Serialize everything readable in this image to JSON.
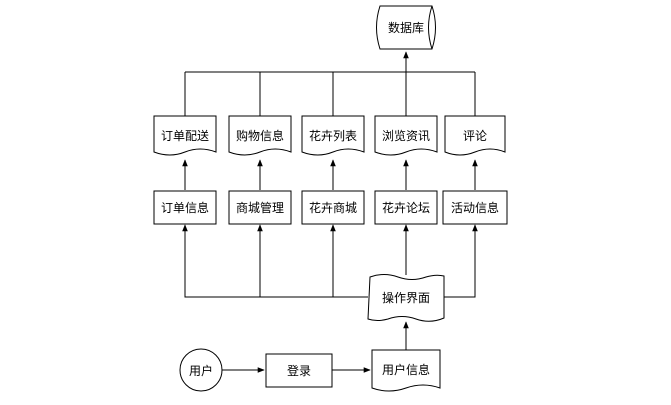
{
  "nodes": {
    "database": "数据库",
    "doc_order_delivery": "订单配送",
    "doc_shopping_info": "购物信息",
    "doc_flower_list": "花卉列表",
    "doc_browse_info": "浏览资讯",
    "doc_comment": "评论",
    "box_order_info": "订单信息",
    "box_shop_manage": "商城管理",
    "box_flower_mall": "花卉商城",
    "box_flower_forum": "花卉论坛",
    "box_activity_info": "活动信息",
    "op_interface": "操作界面",
    "user": "用户",
    "login": "登录",
    "user_info": "用户信息"
  }
}
